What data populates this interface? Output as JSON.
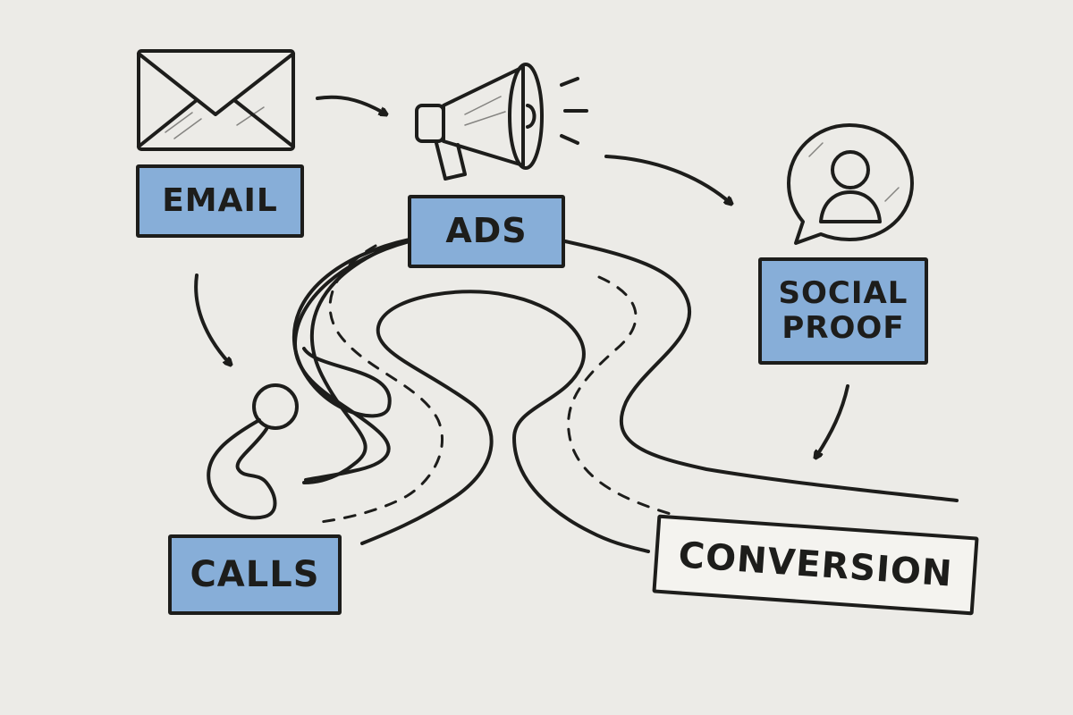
{
  "diagram": {
    "nodes": {
      "email": {
        "label": "EMAIL",
        "icon": "envelope-icon"
      },
      "ads": {
        "label": "ADS",
        "icon": "megaphone-icon"
      },
      "social_proof": {
        "label_lines": [
          "SOCIAL",
          "PROOF"
        ],
        "icon": "user-speech-bubble-icon"
      },
      "calls": {
        "label": "CALLS",
        "icon": "phone-handset-icon"
      },
      "conversion": {
        "label": "CONVERSION"
      }
    },
    "flow": [
      "email",
      "ads",
      "social_proof",
      "conversion"
    ],
    "branch": [
      "email",
      "calls"
    ],
    "colors": {
      "background": "#ecebe7",
      "ink": "#1d1d1b",
      "label_fill": "#87aed8",
      "conversion_fill": "#f4f3ef"
    }
  }
}
